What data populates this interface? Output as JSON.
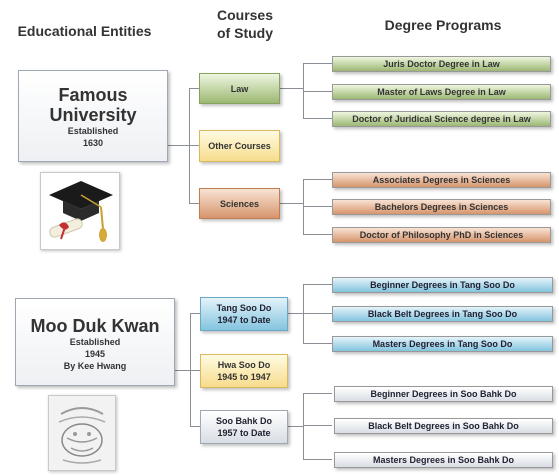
{
  "headers": {
    "entities": "Educational Entities",
    "courses_line1": "Courses",
    "courses_line2": "of Study",
    "degrees": "Degree Programs"
  },
  "entity1": {
    "name_line1": "Famous",
    "name_line2": "University",
    "sub_line1": "Established",
    "sub_line2": "1630",
    "image_icon": "graduation-cap-diploma-icon",
    "courses": [
      {
        "label": "Law",
        "color": "#9cb873",
        "degrees": [
          "Juris Doctor Degree in Law",
          "Master of Laws Degree in Law",
          "Doctor of Juridical Science degree in Law"
        ]
      },
      {
        "label": "Other Courses",
        "color": "#f7dc8c",
        "degrees": []
      },
      {
        "label": "Sciences",
        "color": "#d6956c",
        "degrees": [
          "Associates Degrees in Sciences",
          "Bachelors Degrees in Sciences",
          "Doctor of Philosophy PhD in Sciences"
        ]
      }
    ]
  },
  "entity2": {
    "name": "Moo Duk Kwan",
    "sub_line1": "Established",
    "sub_line2": "1945",
    "sub_line3": "By Kee Hwang",
    "image_icon": "moo-duk-kwan-emblem-icon",
    "courses": [
      {
        "label_line1": "Tang Soo Do",
        "label_line2": "1947 to Date",
        "color": "#83c4de",
        "degrees": [
          "Beginner Degrees in Tang Soo Do",
          "Black Belt Degrees in Tang Soo Do",
          "Masters Degrees in Tang Soo Do"
        ]
      },
      {
        "label_line1": "Hwa Soo Do",
        "label_line2": "1945 to 1947",
        "color": "#f7dc8c",
        "degrees": []
      },
      {
        "label_line1": "Soo Bahk Do",
        "label_line2": "1957 to Date",
        "color": "#d8dde4",
        "degrees": [
          "Beginner Degrees in Soo Bahk Do",
          "Black Belt Degrees in Soo Bahk Do",
          "Masters Degrees in Soo Bahk Do"
        ]
      }
    ]
  }
}
